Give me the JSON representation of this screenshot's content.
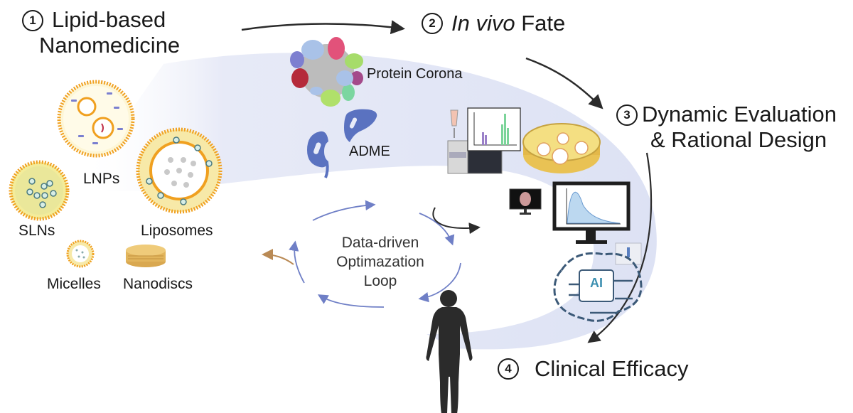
{
  "steps": [
    {
      "number": "1",
      "title_line1": "Lipid-based",
      "title_line2": "Nanomedicine"
    },
    {
      "number": "2",
      "title_italic": "In vivo",
      "title_rest": " Fate"
    },
    {
      "number": "3",
      "title_line1": "Dynamic Evaluation",
      "title_line2": "& Rational Design"
    },
    {
      "number": "4",
      "title_line1": "Clinical Efficacy"
    }
  ],
  "nanoparticles": {
    "lnps": "LNPs",
    "slns": "SLNs",
    "liposomes": "Liposomes",
    "micelles": "Micelles",
    "nanodiscs": "Nanodiscs"
  },
  "fate": {
    "protein_corona": "Protein Corona",
    "adme": "ADME"
  },
  "loop": {
    "line1": "Data-driven",
    "line2": "Optimazation",
    "line3": "Loop"
  },
  "ai_label": "AI",
  "colors": {
    "band": "#dfe3f5",
    "lipid_orange": "#f0a020",
    "lipid_yellow": "#f7e49a",
    "organ_blue": "#5a72c0",
    "loop_arrow": "#7080c8",
    "brown_arrow": "#b98a55",
    "dark": "#2b2b2b"
  }
}
